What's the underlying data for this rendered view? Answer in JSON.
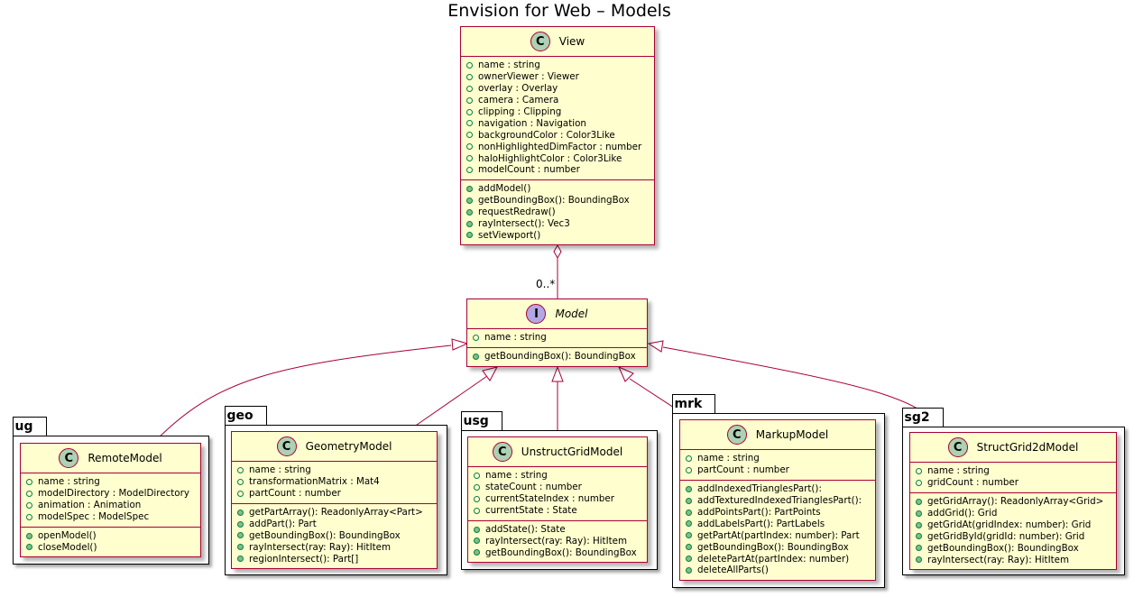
{
  "title": "Envision for Web – Models",
  "colors": {
    "class_fill": "#fefece",
    "class_border": "#a80036",
    "class_badge": "#add1b2",
    "interface_badge": "#b4a7e5",
    "field_marker": "#038048",
    "method_marker": "#84be84"
  },
  "multiplicity": "0..*",
  "view": {
    "badge": "C",
    "name": "View",
    "fields": [
      "name : string",
      "ownerViewer : Viewer",
      "overlay : Overlay",
      "camera : Camera",
      "clipping : Clipping",
      "navigation : Navigation",
      "backgroundColor : Color3Like",
      "nonHighlightedDimFactor : number",
      "haloHighlightColor : Color3Like",
      "modelCount : number"
    ],
    "methods": [
      "addModel()",
      "getBoundingBox(): BoundingBox",
      "requestRedraw()",
      "rayIntersect(): Vec3",
      "setViewport()"
    ]
  },
  "model": {
    "badge": "I",
    "name": "Model",
    "fields": [
      "name : string"
    ],
    "methods": [
      "getBoundingBox(): BoundingBox"
    ]
  },
  "packages": [
    {
      "name": "ug",
      "class": {
        "badge": "C",
        "name": "RemoteModel",
        "fields": [
          "name : string",
          "modelDirectory : ModelDirectory",
          "animation : Animation",
          "modelSpec : ModelSpec"
        ],
        "methods": [
          "openModel()",
          "closeModel()"
        ]
      }
    },
    {
      "name": "geo",
      "class": {
        "badge": "C",
        "name": "GeometryModel",
        "fields": [
          "name : string",
          "transformationMatrix : Mat4",
          "partCount : number"
        ],
        "methods": [
          "getPartArray(): ReadonlyArray<Part>",
          "addPart(): Part",
          "getBoundingBox(): BoundingBox",
          "rayIntersect(ray: Ray): HitItem",
          "regionIntersect(): Part[]"
        ]
      }
    },
    {
      "name": "usg",
      "class": {
        "badge": "C",
        "name": "UnstructGridModel",
        "fields": [
          "name : string",
          "stateCount : number",
          "currentStateIndex : number",
          "currentState : State"
        ],
        "methods": [
          "addState(): State",
          "rayIntersect(ray: Ray): HitItem",
          "getBoundingBox(): BoundingBox"
        ]
      }
    },
    {
      "name": "mrk",
      "class": {
        "badge": "C",
        "name": "MarkupModel",
        "fields": [
          "name : string",
          "partCount : number"
        ],
        "methods": [
          "addIndexedTrianglesPart():",
          "addTexturedIndexedTrianglesPart():",
          "addPointsPart(): PartPoints",
          "addLabelsPart(): PartLabels",
          "getPartAt(partIndex: number): Part",
          "getBoundingBox(): BoundingBox",
          "deletePartAt(partIndex: number)",
          "deleteAllParts()"
        ]
      }
    },
    {
      "name": "sg2",
      "class": {
        "badge": "C",
        "name": "StructGrid2dModel",
        "fields": [
          "name : string",
          "gridCount : number"
        ],
        "methods": [
          "getGridArray(): ReadonlyArray<Grid>",
          "addGrid(): Grid",
          "getGridAt(gridIndex: number): Grid",
          "getGridById(gridId: number): Grid",
          "getBoundingBox(): BoundingBox",
          "rayIntersect(ray: Ray): HitItem"
        ]
      }
    }
  ]
}
